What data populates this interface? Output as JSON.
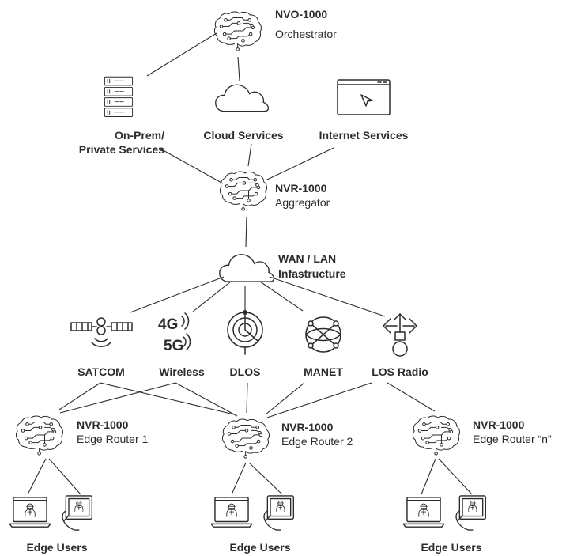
{
  "orchestrator": {
    "name": "NVO-1000",
    "role": "Orchestrator"
  },
  "services": {
    "on_prem_line1": "On-Prem/",
    "on_prem_line2": "Private Services",
    "cloud": "Cloud Services",
    "internet": "Internet Services"
  },
  "aggregator": {
    "name": "NVR-1000",
    "role": "Aggregator"
  },
  "wan": {
    "line1": "WAN / LAN",
    "line2": "Infastructure"
  },
  "transports": {
    "satcom": "SATCOM",
    "wireless": "Wireless",
    "wireless_badge_4g": "4G",
    "wireless_badge_5g": "5G",
    "dlos": "DLOS",
    "manet": "MANET",
    "los_radio": "LOS Radio"
  },
  "edge_routers": [
    {
      "name": "NVR-1000",
      "role": "Edge Router 1"
    },
    {
      "name": "NVR-1000",
      "role": "Edge Router 2"
    },
    {
      "name": "NVR-1000",
      "role": "Edge Router “n”"
    }
  ],
  "edge_users": [
    "Edge Users",
    "Edge Users",
    "Edge Users"
  ]
}
